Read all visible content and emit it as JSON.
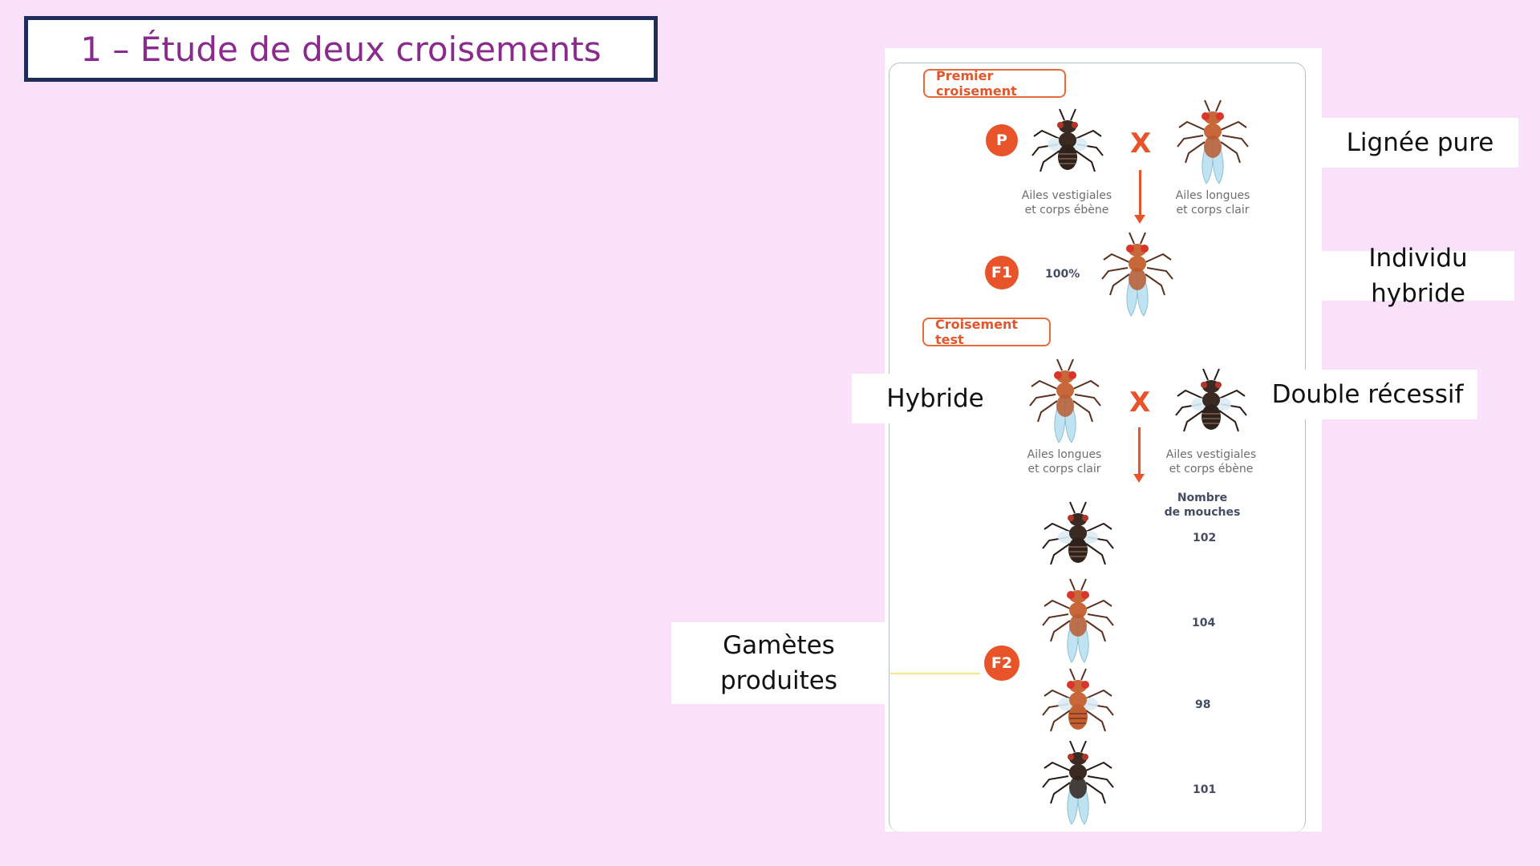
{
  "title": "1 – Étude de deux croisements",
  "diagram": {
    "section1": "Premier croisement",
    "section2": "Croisement test",
    "badge_p": "P",
    "badge_f1": "F1",
    "badge_f2": "F2",
    "cross_symbol": "X",
    "f1_percent": "100%",
    "captions": {
      "p_left_1": "Ailes vestigiales",
      "p_left_2": "et corps ébène",
      "p_right_1": "Ailes longues",
      "p_right_2": "et corps clair",
      "t_left_1": "Ailes longues",
      "t_left_2": "et corps clair",
      "t_right_1": "Ailes vestigiales",
      "t_right_2": "et corps ébène"
    },
    "count_header_1": "Nombre",
    "count_header_2": "de mouches",
    "f2_counts": [
      "102",
      "104",
      "98",
      "101"
    ],
    "colors": {
      "accent": "#e8532a",
      "dark_fly_body": "#3a2a22",
      "light_fly_body": "#c8683a",
      "fly_eye": "#d9352a",
      "wing": "#bfe3f0"
    }
  },
  "callouts": {
    "lignee_pure": "Lignée pure",
    "individu_hybride": "Individu hybride",
    "hybride": "Hybride",
    "double_recessif": "Double récessif",
    "gametes_line1": "Gamètes",
    "gametes_line2": "produites"
  }
}
